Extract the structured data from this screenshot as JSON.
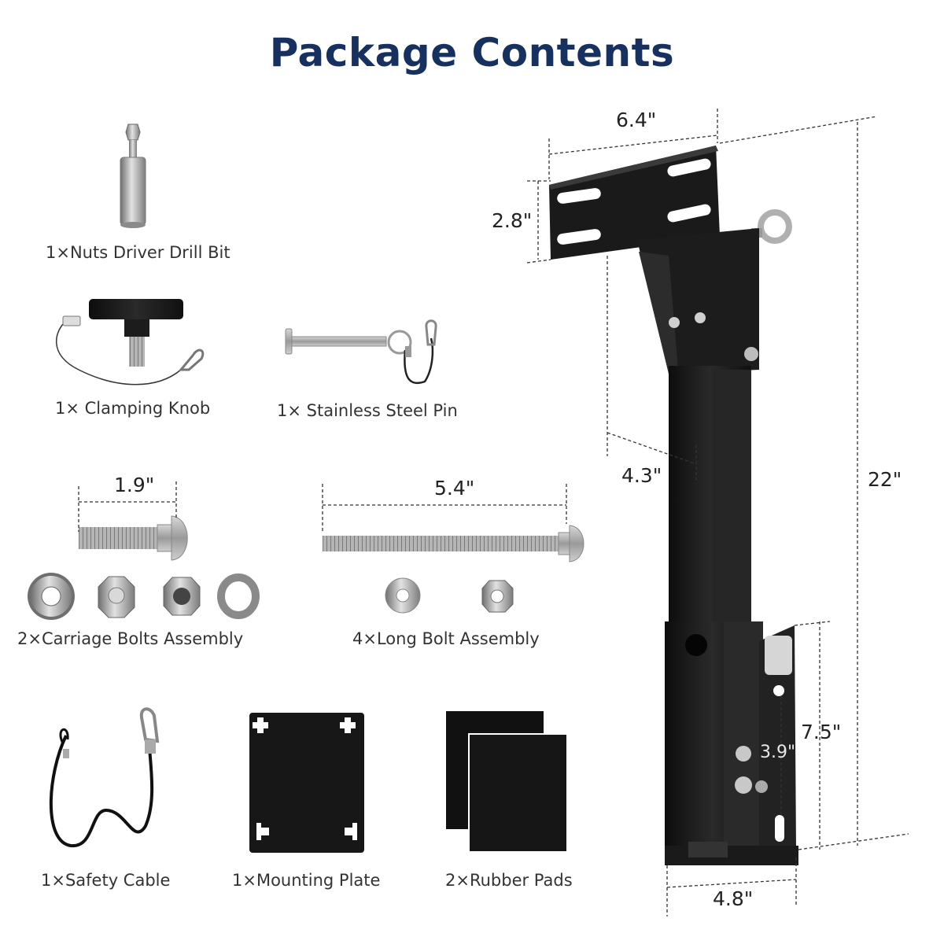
{
  "title": "Package Contents",
  "items": {
    "nuts_driver": "1×Nuts Driver Drill Bit",
    "clamping_knob": "1× Clamping Knob",
    "steel_pin": "1× Stainless Steel Pin",
    "carriage_bolts": "2×Carriage Bolts Assembly",
    "long_bolt": "4×Long Bolt Assembly",
    "safety_cable": "1×Safety Cable",
    "mounting_plate": "1×Mounting Plate",
    "rubber_pads": "2×Rubber Pads"
  },
  "dimensions": {
    "carriage_bolt_length": "1.9\"",
    "long_bolt_length": "5.4\"",
    "plate_width": "6.4\"",
    "plate_height": "2.8\"",
    "arm_offset": "4.3\"",
    "total_height": "22\"",
    "lower_section": "7.5\"",
    "hole_spacing": "3.9\"",
    "base_width": "4.8\""
  },
  "colors": {
    "title": "#16305f",
    "metal_black": "#1b1b1b",
    "steel": "#a9a9a9"
  }
}
